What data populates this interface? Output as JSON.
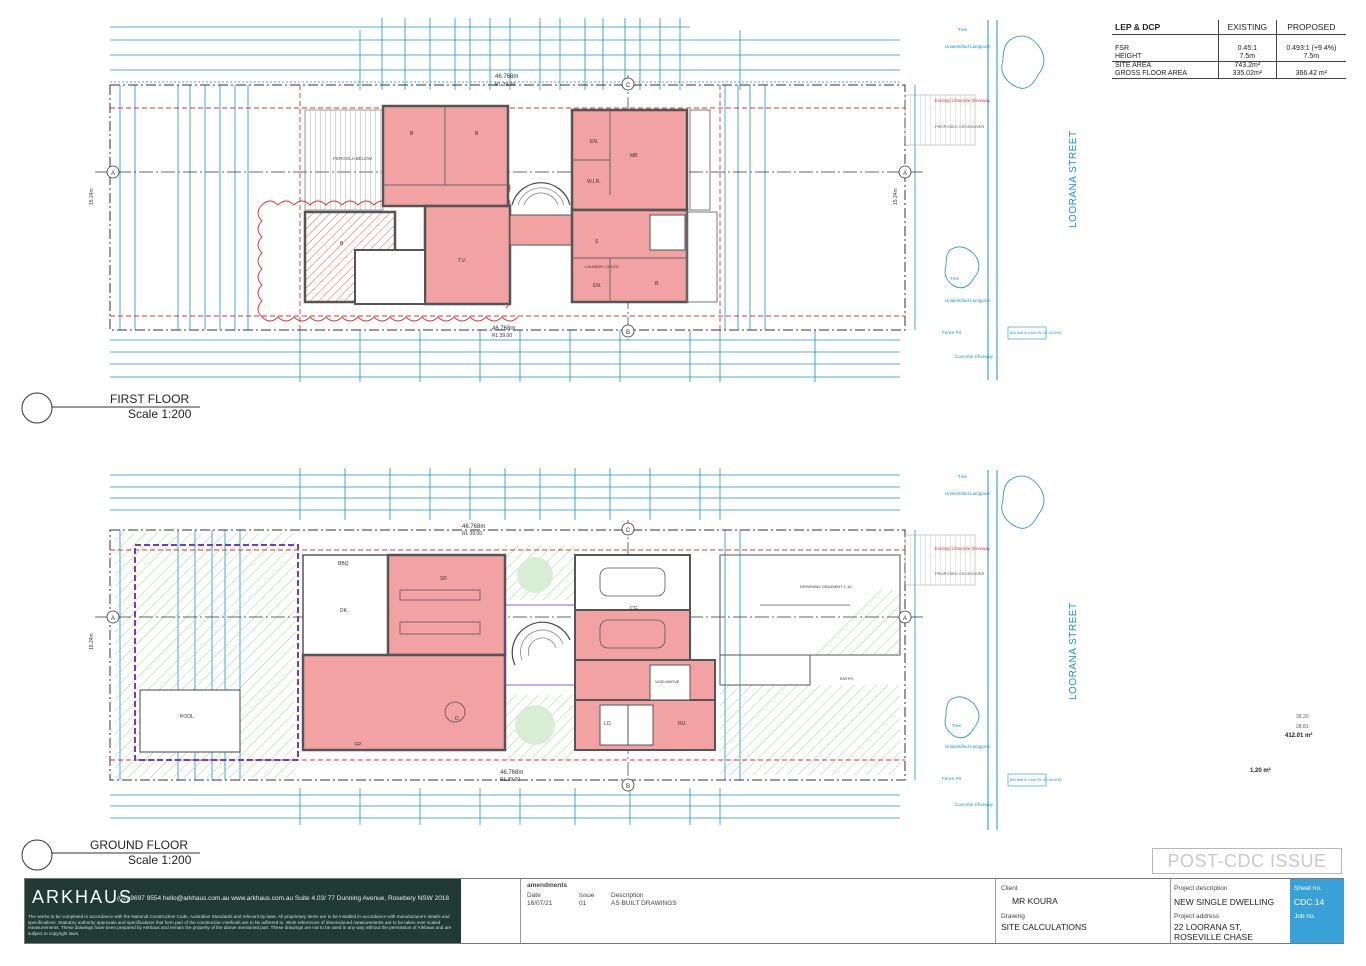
{
  "plans": {
    "first_floor": {
      "title": "FIRST FLOOR",
      "scale": "Scale 1:200",
      "rooms": {
        "bed1": "B",
        "bed2": "B",
        "bed3": "B",
        "bed4": "B",
        "tv": "T.V.",
        "ens1": "EN.",
        "ens2": "EN.",
        "mb": "MB",
        "wir": "W.I.R.",
        "laundry": "LAUNDRY CHUTE",
        "s": "S"
      },
      "notes": {
        "pergola": "PERGOLA BELOW",
        "roof_level": "46.768m",
        "roof_rl": "RL 39.00"
      }
    },
    "ground_floor": {
      "title": "GROUND FLOOR",
      "scale": "Scale 1:200",
      "rooms": {
        "bbq": "BBQ",
        "sp": "SP.",
        "dk": "DK.",
        "d": "D.",
        "fp": "FP.",
        "pool": "POOL",
        "cg": "CG.",
        "ru": "RU.",
        "lo": "LO.",
        "void": "VOID ABOVE",
        "driveway": "DRIVEWAY GRADIENT 1:10"
      },
      "notes": {
        "level": "46.768m",
        "rl": "RL 39.00"
      }
    }
  },
  "street": {
    "name": "LOORANA STREET"
  },
  "site_labels": {
    "existing_crossing": "Existing Concrete Driveway",
    "new_crossover": "PROPOSED CROSSOVER",
    "tree": "Tree",
    "lamp": "Unidentified Lamppost",
    "fence": "Fence Pit",
    "kerb": "Concrete Driveway",
    "bench": "BM Nail in Kerb RL 42.08 AHD",
    "entry": "ENTRY",
    "area_1": "412.01 m²",
    "area_2": "1.20 m²",
    "area_3": "39.20",
    "area_4": "28.81",
    "gridline_a": "A",
    "gridline_b": "B",
    "gridline_c": "C",
    "frontage": "15.24m"
  },
  "lep_table": {
    "headers": [
      "LEP & DCP",
      "EXISTING",
      "PROPOSED"
    ],
    "rows": [
      [
        "FSR",
        "0.45:1",
        "0.493:1 (+9.4%)"
      ],
      [
        "HEIGHT",
        "7.5m",
        "7.5m"
      ],
      [
        "SITE AREA",
        "743.2m²",
        ""
      ],
      [
        "GROSS FLOOR AREA",
        "335.02m²",
        "366.42 m²"
      ]
    ]
  },
  "stamp": "POST-CDC ISSUE",
  "title_block": {
    "brand": "ARKHAUS",
    "contact": "(02) 9697 9554   hello@arkhaus.com.au   www.arkhaus.com.au   Suite 4.03/ 77 Dunning Avenue, Rosebery NSW 2018",
    "disclaimer": "The works to be completed in accordance with the National Construction Code, Australian Standards and relevant by laws. All proprietary items are to be installed in accordance with manufacturers details and specifications. Statutory authority approvals and specifications that form part of the construction methods are to be adhered to. Work references of dimensioned measurements are to be taken over scaled measurements. These drawings have been prepared by Arkhaus and remain the property of the above mentioned part. These drawings are not to be used in any way without the permission of Arkhaus and are subject to copyright laws.",
    "amendments_label": "amendments",
    "date_label": "Date",
    "issue_label": "Issue",
    "description_label": "Description",
    "amend_date": "16/07/21",
    "amend_issue": "01",
    "amend_description": "AS BUILT DRAWINGS",
    "client_label": "Client",
    "client": "MR KOURA",
    "drawing_label": "Drawing",
    "drawing": "SITE CALCULATIONS",
    "project_desc_label": "Project description",
    "project_desc": "NEW SINGLE DWELLING",
    "project_addr_label": "Project address",
    "project_addr_1": "22 LOORANA ST,",
    "project_addr_2": "ROSEVILLE CHASE",
    "sheet_label": "Sheet no.",
    "sheet_no": "CDC.14",
    "job_label": "Job no."
  },
  "colors": {
    "dimension": "#1a8fd0",
    "boundary_red": "#e03030",
    "room_fill": "#f2a2a2",
    "hatch_green": "#9fcf9a",
    "violet": "#6a3bd6",
    "brand_bg": "#1f3b33",
    "sheet_bg": "#3aa0d8"
  }
}
